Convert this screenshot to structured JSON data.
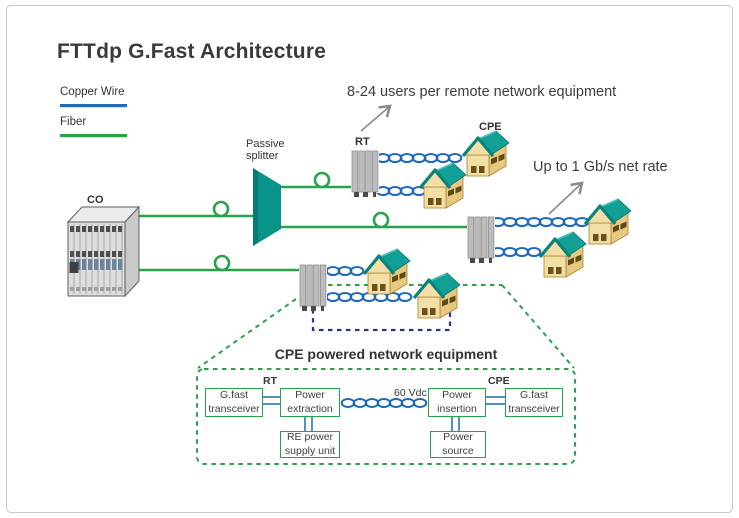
{
  "title": "FTTdp G.Fast Architecture",
  "legend": {
    "copper_label": "Copper Wire",
    "fiber_label": "Fiber"
  },
  "annotations": {
    "users_note": "8-24 users per remote network equipment",
    "rate_note": "Up to 1 Gb/s net rate"
  },
  "labels": {
    "co": "CO",
    "rt": "RT",
    "cpe": "CPE",
    "splitter": "Passive splitter"
  },
  "detail": {
    "title": "CPE powered network equipment",
    "rt_label": "RT",
    "cpe_label": "CPE",
    "voltage_label": "60 Vdc",
    "boxes": {
      "gfast_left": "G.fast transceiver",
      "power_extraction": "Power extraction",
      "re_power_supply": "RE power supply unit",
      "power_insertion": "Power insertion",
      "power_source": "Power source",
      "gfast_right": "G.fast transceiver"
    }
  },
  "colors": {
    "copper": "#2069b8",
    "fiber": "#28a24c",
    "splitter_teal": "#0a9489",
    "roof_teal": "#12a096",
    "power_loop_navy": "#28348f",
    "callout_green": "#28a24c",
    "arrow_gray": "#8a8a8a",
    "text_dark": "#3c3c3c"
  }
}
